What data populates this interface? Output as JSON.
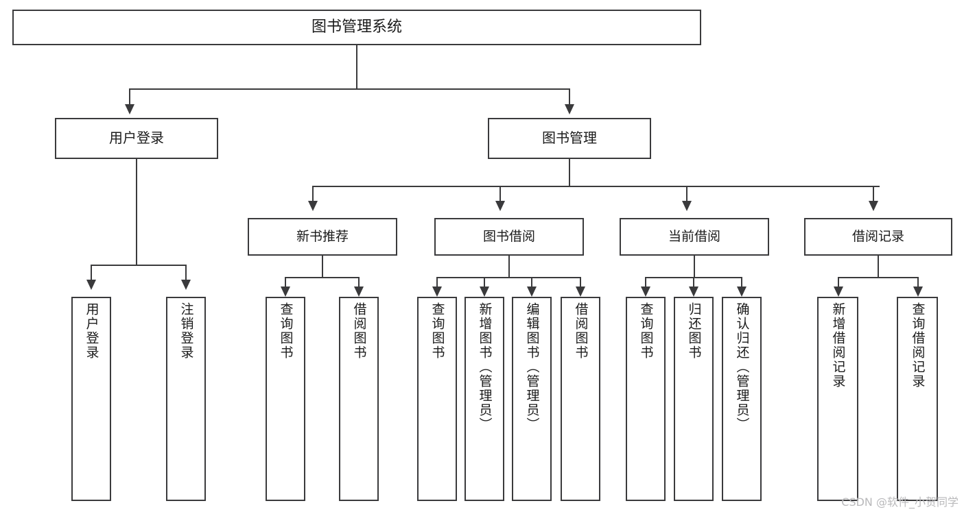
{
  "diagram": {
    "type": "tree-hierarchy",
    "title": "图书管理系统",
    "orientation": "top-down",
    "colors": {
      "box_border": "#3a3a3c",
      "box_fill": "#ffffff",
      "connector": "#3a3a3c",
      "text": "#1a1a1a",
      "watermark": "#b9b9bb",
      "background": "#ffffff"
    },
    "root": {
      "id": "root",
      "label": "图书管理系统"
    },
    "level1": [
      {
        "id": "user-login",
        "label": "用户登录"
      },
      {
        "id": "book-manage",
        "label": "图书管理"
      }
    ],
    "level2": [
      {
        "id": "new-book-rec",
        "label": "新书推荐",
        "parent": "book-manage"
      },
      {
        "id": "book-borrow",
        "label": "图书借阅",
        "parent": "book-manage"
      },
      {
        "id": "current-borrow",
        "label": "当前借阅",
        "parent": "book-manage"
      },
      {
        "id": "borrow-record",
        "label": "借阅记录",
        "parent": "book-manage"
      }
    ],
    "leaves": {
      "user_login": [
        {
          "id": "leaf-user-login",
          "label": "用户登录"
        },
        {
          "id": "leaf-logout",
          "label": "注销登录"
        }
      ],
      "new_book_rec": [
        {
          "id": "leaf-query-book-1",
          "label": "查询图书"
        },
        {
          "id": "leaf-borrow-book-1",
          "label": "借阅图书"
        }
      ],
      "book_borrow": [
        {
          "id": "leaf-query-book-2",
          "label": "查询图书"
        },
        {
          "id": "leaf-add-book",
          "label": "新增图书（管理员）"
        },
        {
          "id": "leaf-edit-book",
          "label": "编辑图书（管理员）"
        },
        {
          "id": "leaf-borrow-book-2",
          "label": "借阅图书"
        }
      ],
      "current_borrow": [
        {
          "id": "leaf-query-book-3",
          "label": "查询图书"
        },
        {
          "id": "leaf-return-book",
          "label": "归还图书"
        },
        {
          "id": "leaf-confirm-return",
          "label": "确认归还（管理员）"
        }
      ],
      "borrow_record": [
        {
          "id": "leaf-add-record",
          "label": "新增借阅记录"
        },
        {
          "id": "leaf-query-record",
          "label": "查询借阅记录"
        }
      ]
    }
  },
  "watermark": {
    "text": "CSDN @软件_小贺同学"
  }
}
